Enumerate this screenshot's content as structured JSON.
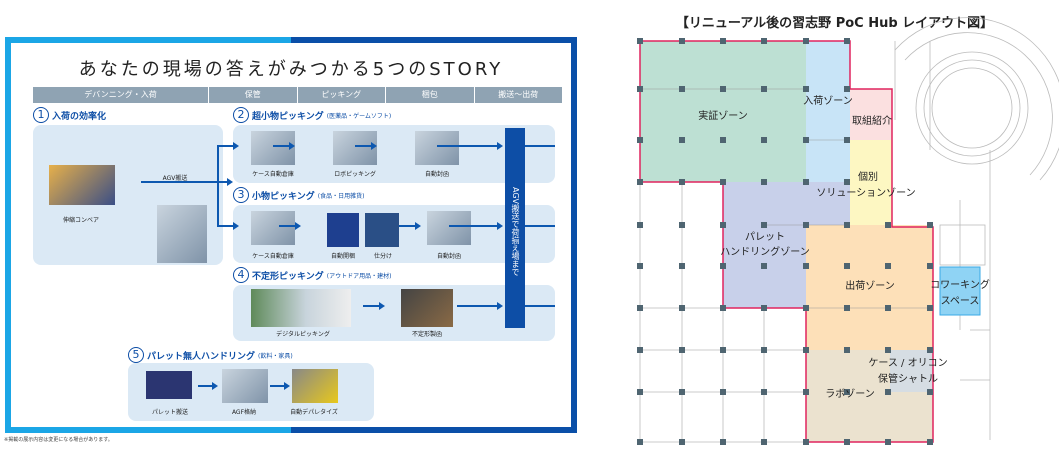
{
  "infographic": {
    "title": "あなたの現場の答えがみつかる5つのSTORY",
    "steps": [
      "デバンニング・入荷",
      "保管",
      "ピッキング",
      "梱包",
      "搬送～出荷"
    ],
    "sections": [
      {
        "num": "1",
        "title": "入荷の効率化",
        "sub": "",
        "items": [
          "伸縮コンベア",
          "AGV搬送"
        ]
      },
      {
        "num": "2",
        "title": "超小物ピッキング",
        "sub": "(医薬品・ゲームソフト)",
        "items": [
          "ケース自動倉庫",
          "ロボピッキング",
          "自動封函"
        ]
      },
      {
        "num": "3",
        "title": "小物ピッキング",
        "sub": "(食品・日用雑貨)",
        "items": [
          "ケース自動倉庫",
          "自動開梱",
          "仕分け",
          "自動封函"
        ]
      },
      {
        "num": "4",
        "title": "不定形ピッキング",
        "sub": "(アウトドア用品・建材)",
        "items": [
          "デジタルピッキング",
          "不定形製函"
        ]
      },
      {
        "num": "5",
        "title": "パレット無人ハンドリング",
        "sub": "(飲料・家具)",
        "items": [
          "パレット搬送",
          "AGF格納",
          "自動デパレタイズ"
        ]
      }
    ],
    "agv_bar": "AGV搬送で荷揃え場まで",
    "footnote": "※掲載の展示内容は変更になる場合があります。"
  },
  "floorplan": {
    "title": "【リニューアル後の習志野 PoC Hub レイアウト図】",
    "zones": [
      {
        "label": "実証ゾーン",
        "color": "#bde0d3"
      },
      {
        "label": "入荷ゾーン",
        "color": "#c8e4f7"
      },
      {
        "label": "取組紹介",
        "color": "#fbe0e0"
      },
      {
        "label": "個別",
        "label2": "ソリューションゾーン",
        "color": "#fdf7c2"
      },
      {
        "label": "パレット",
        "label2": "ハンドリングゾーン",
        "color": "#c8d0ea"
      },
      {
        "label": "出荷ゾーン",
        "color": "#fde0b8"
      },
      {
        "label": "ラボゾーン",
        "color": "#ebe2cf"
      },
      {
        "label": "ケース / オリコン",
        "label2": "保管シャトル",
        "color": "#d6dde3"
      },
      {
        "label": "コワーキング",
        "label2": "スペース",
        "color": "#8fd3f4"
      }
    ],
    "outline_color": "#e0245e"
  }
}
